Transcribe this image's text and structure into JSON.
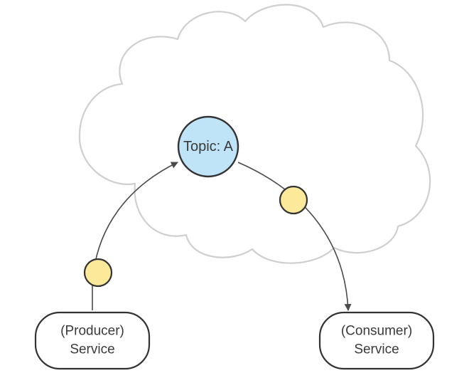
{
  "topic": {
    "label": "Topic: A"
  },
  "producer": {
    "line1": "(Producer)",
    "line2": "Service"
  },
  "consumer": {
    "line1": "(Consumer)",
    "line2": "Service"
  },
  "colors": {
    "topic_fill": "#bfe3f7",
    "message_fill": "#fde99a",
    "cloud_stroke": "#cfcfcf",
    "line": "#4a4a4a"
  }
}
